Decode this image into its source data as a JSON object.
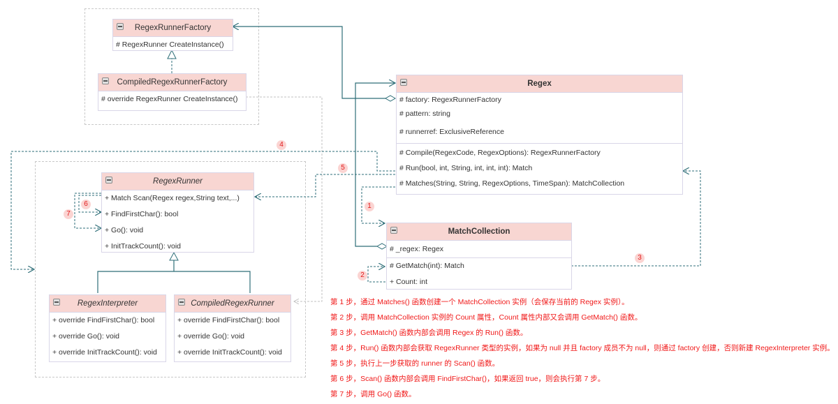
{
  "classes": {
    "regex_runner_factory": {
      "name": "RegexRunnerFactory",
      "members": [
        "# RegexRunner CreateInstance()"
      ]
    },
    "compiled_regex_runner_factory": {
      "name": "CompiledRegexRunnerFactory",
      "members": [
        "# override RegexRunner CreateInstance()"
      ]
    },
    "regex": {
      "name": "Regex",
      "fields": [
        "# factory: RegexRunnerFactory",
        "# pattern: string",
        "# runnerref: ExclusiveReference"
      ],
      "methods": [
        "# Compile(RegexCode, RegexOptions): RegexRunnerFactory",
        "# Run(bool, int, String, int, int, int): Match",
        "# Matches(String, String, RegexOptions, TimeSpan): MatchCollection"
      ]
    },
    "regex_runner": {
      "name": "RegexRunner",
      "members": [
        "+ Match Scan(Regex regex,String text,...)",
        "+ FindFirstChar(): bool",
        "+ Go(): void",
        "+ InitTrackCount(): void"
      ]
    },
    "match_collection": {
      "name": "MatchCollection",
      "fields": [
        "# _regex: Regex"
      ],
      "methods": [
        "# GetMatch(int): Match",
        "+ Count: int"
      ]
    },
    "regex_interpreter": {
      "name": "RegexInterpreter",
      "members": [
        "+ override FindFirstChar(): bool",
        "+ override Go(): void",
        "+ override InitTrackCount(): void"
      ]
    },
    "compiled_regex_runner": {
      "name": "CompiledRegexRunner",
      "members": [
        "+ override FindFirstChar(): bool",
        "+ override Go(): void",
        "+ override InitTrackCount(): void"
      ]
    }
  },
  "badges": [
    "1",
    "2",
    "3",
    "4",
    "5",
    "6",
    "7"
  ],
  "steps": [
    "第 1 步，通过 Matches() 函数创建一个 MatchCollection 实例（会保存当前的 Regex 实例）。",
    "第 2 步，调用 MatchCollection 实例的 Count 属性，Count 属性内部又会调用 GetMatch() 函数。",
    "第 3 步，GetMatch() 函数内部会调用 Regex 的 Run() 函数。",
    "第 4 步，Run() 函数内部会获取 RegexRunner 类型的实例，如果为 null 并且 factory 成员不为 null，则通过 factory 创建，否则新建 RegexInterpreter 实例。",
    "第 5 步，执行上一步获取的 runner 的 Scan() 函数。",
    "第 6 步，Scan() 函数内部会调用 FindFirstChar()，如果返回 true，则会执行第 7 步。",
    "第 7 步，调用 Go() 函数。"
  ],
  "colors": {
    "connector": "#2e6e78",
    "header_fill": "#f8d6d2",
    "step_text": "#f01818",
    "badge_fill": "#fbd4d2"
  }
}
